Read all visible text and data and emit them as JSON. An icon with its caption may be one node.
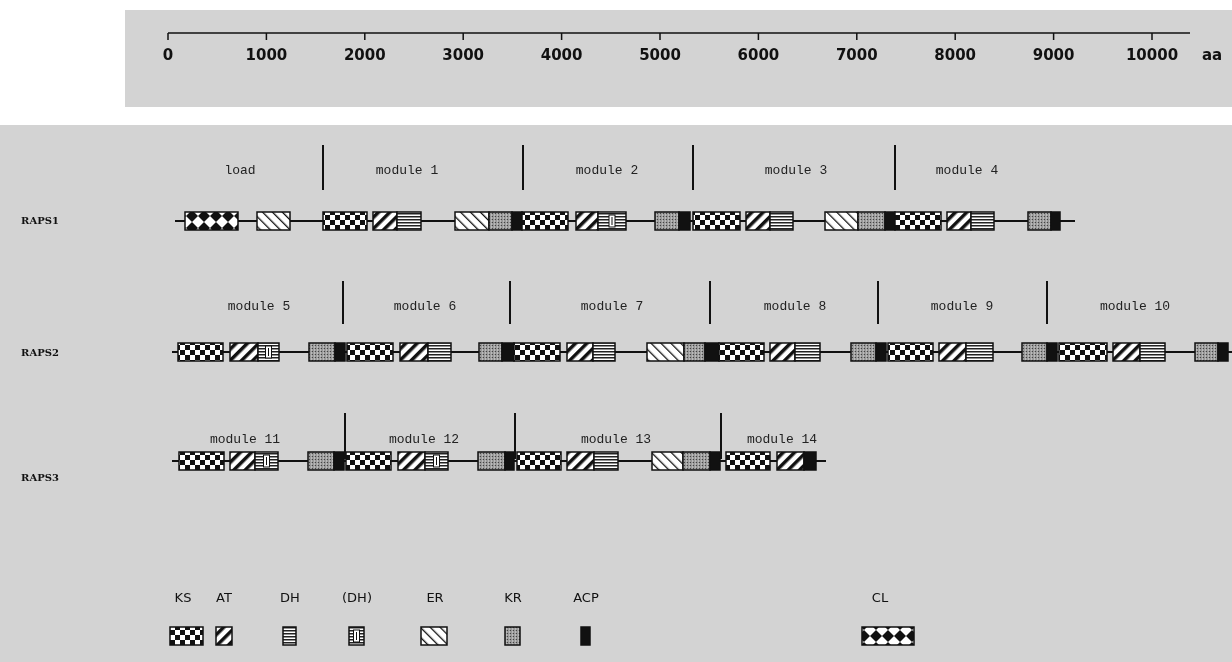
{
  "diagram": {
    "labels": [
      "0",
      "1000",
      "2000",
      "3000",
      "4000",
      "5000",
      "6000",
      "7000",
      "8000",
      "9000",
      "10000",
      "aa",
      "load",
      "module 1",
      "module 2",
      "module 3",
      "module 4",
      "RAPS1",
      "module 5",
      "module 6",
      "module 7",
      "module 8",
      "module 9",
      "module 10",
      "RAPS2",
      "module 11",
      "module 12",
      "module 13",
      "module 14",
      "RAPS3"
    ],
    "legend": [
      {
        "text": "KS"
      },
      {
        "text": "AT"
      },
      {
        "text": "DH"
      },
      {
        "text": "(DH)"
      },
      {
        "text": "ER"
      },
      {
        "text": "KR"
      },
      {
        "text": "ACP"
      },
      {
        "text": "CL"
      }
    ]
  }
}
